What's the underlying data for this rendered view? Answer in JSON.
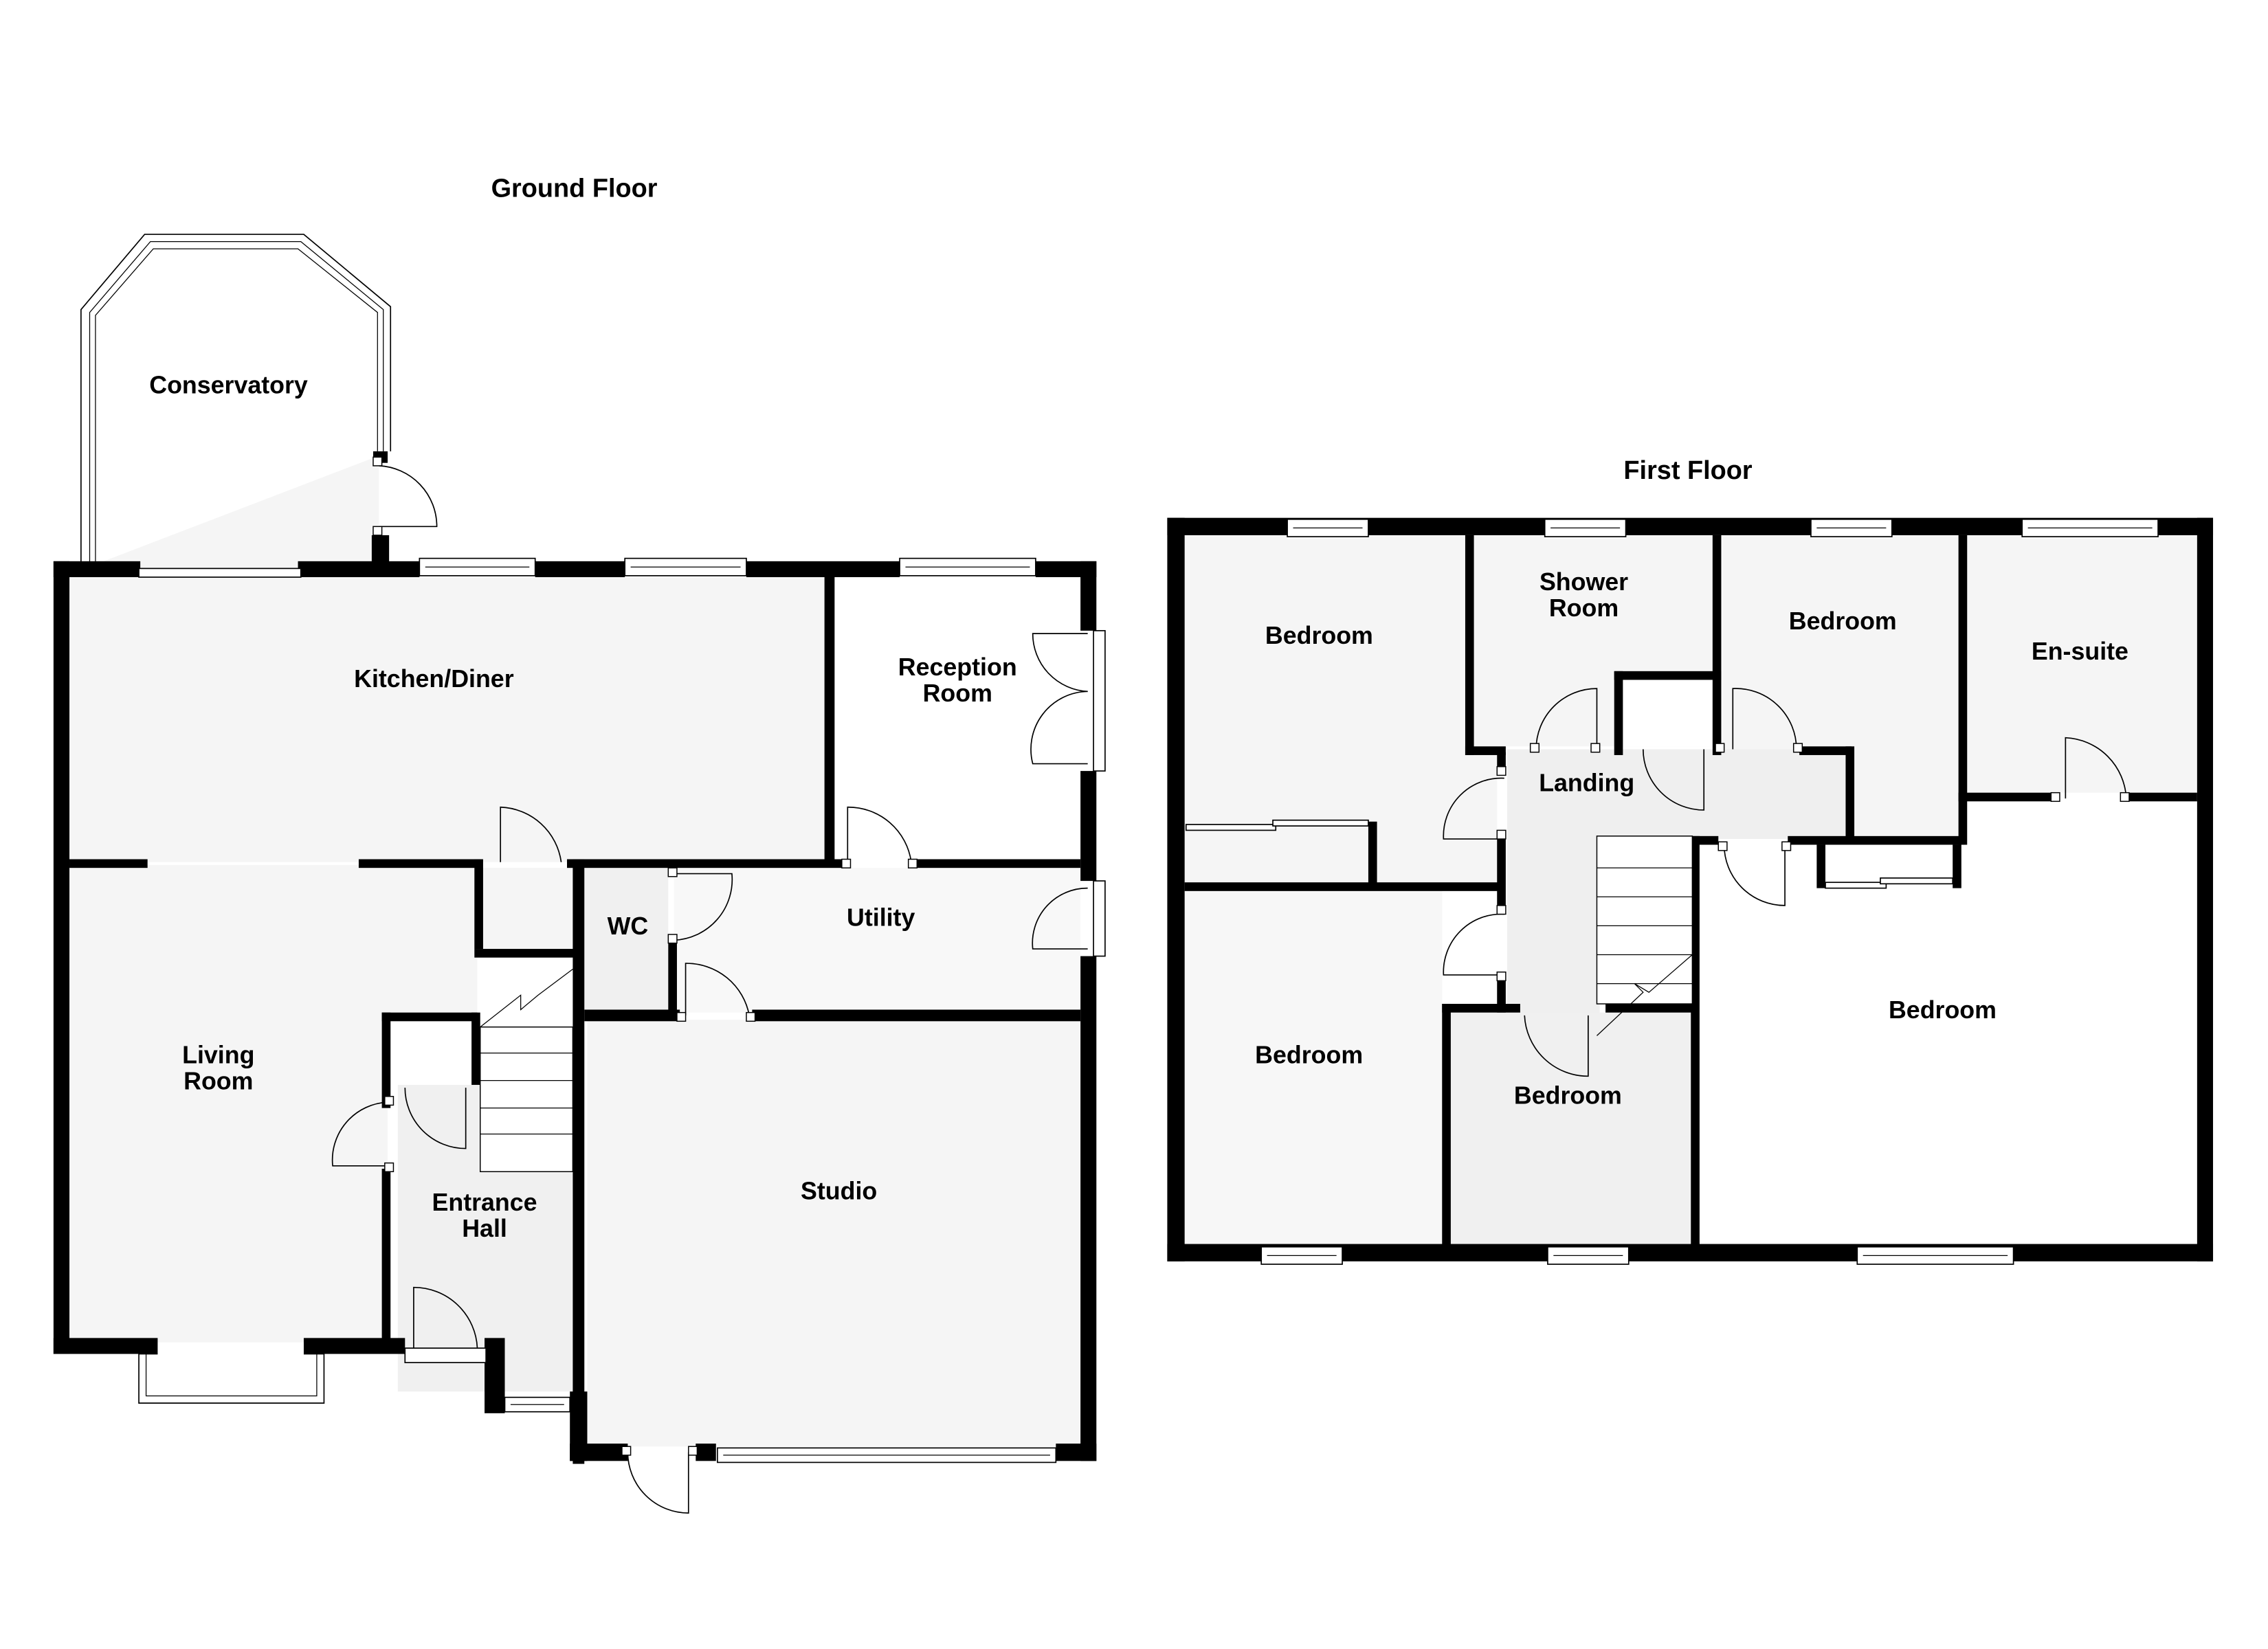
{
  "colors": {
    "wall": "#000000",
    "room_light": "#f5f5f5",
    "room_mid": "#f0f0f0",
    "room_white": "#ffffff",
    "background": "#ffffff"
  },
  "ground_floor": {
    "title": "Ground Floor",
    "rooms": {
      "conservatory": "Conservatory",
      "kitchen_diner": "Kitchen/Diner",
      "reception_room_1": "Reception",
      "reception_room_2": "Room",
      "living_room_1": "Living",
      "living_room_2": "Room",
      "wc": "WC",
      "utility": "Utility",
      "entrance_hall_1": "Entrance",
      "entrance_hall_2": "Hall",
      "studio": "Studio"
    }
  },
  "first_floor": {
    "title": "First Floor",
    "rooms": {
      "bedroom_nw": "Bedroom",
      "shower_room_1": "Shower",
      "shower_room_2": "Room",
      "bedroom_n": "Bedroom",
      "ensuite": "En-suite",
      "landing": "Landing",
      "bedroom_sw": "Bedroom",
      "bedroom_s": "Bedroom",
      "bedroom_master": "Bedroom"
    }
  }
}
